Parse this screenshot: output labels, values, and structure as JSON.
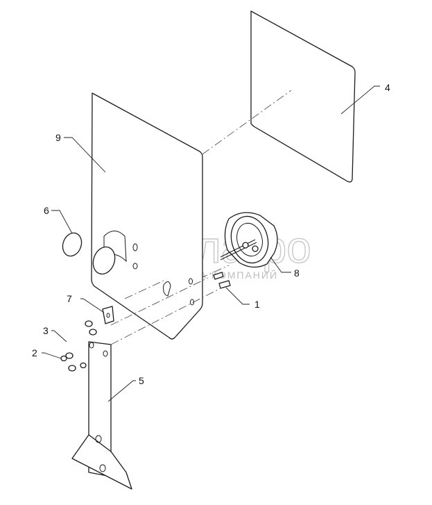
{
  "watermark": {
    "brand": "белагро",
    "tagline": "ГРУППА КОМПАНИЙ"
  },
  "callouts": [
    {
      "id": "1",
      "label": "1"
    },
    {
      "id": "2",
      "label": "2"
    },
    {
      "id": "3",
      "label": "3"
    },
    {
      "id": "4",
      "label": "4"
    },
    {
      "id": "5",
      "label": "5"
    },
    {
      "id": "6",
      "label": "6"
    },
    {
      "id": "7",
      "label": "7"
    },
    {
      "id": "8",
      "label": "8"
    },
    {
      "id": "9",
      "label": "9"
    }
  ]
}
